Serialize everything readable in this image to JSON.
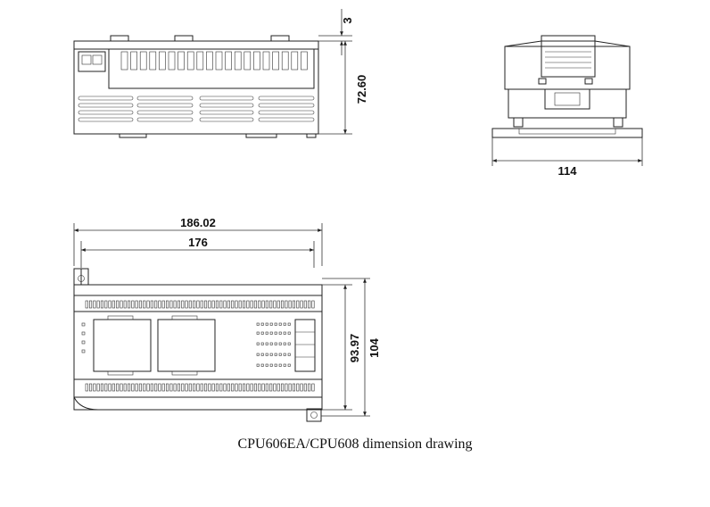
{
  "caption": "CPU606EA/CPU608 dimension drawing",
  "dimensions": {
    "top_gap": "3",
    "top_height": "72.60",
    "side_width": "114",
    "front_overall_width": "186.02",
    "front_mount_width": "176",
    "front_mount_height": "93.97",
    "front_overall_height": "104"
  }
}
